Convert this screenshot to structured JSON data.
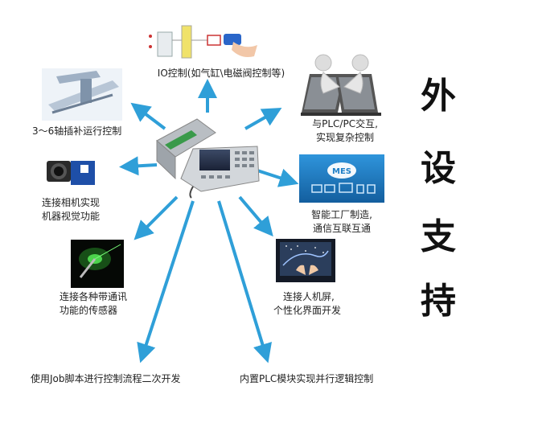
{
  "side_title": [
    "外",
    "设",
    "支",
    "持"
  ],
  "labels": {
    "io": "IO控制(如气缸\\电磁阀控制等)",
    "axis": "3～6轴插补运行控制",
    "plc_pc_1": "与PLC/PC交互,",
    "plc_pc_2": "实现复杂控制",
    "camera_1": "连接相机实现",
    "camera_2": "机器视觉功能",
    "mes_1": "智能工厂制造,",
    "mes_2": "通信互联互通",
    "sensor_1": "连接各种带通讯",
    "sensor_2": "功能的传感器",
    "hmi_1": "连接人机屏,",
    "hmi_2": "个性化界面开发",
    "job": "使用Job脚本进行控制流程二次开发",
    "plc_module": "内置PLC模块实现并行逻辑控制"
  },
  "mes_badge": "MES",
  "colors": {
    "arrow": "#2f9fd8",
    "controller": "#c9cdd1",
    "mes_bg": "#1f7fc6"
  }
}
